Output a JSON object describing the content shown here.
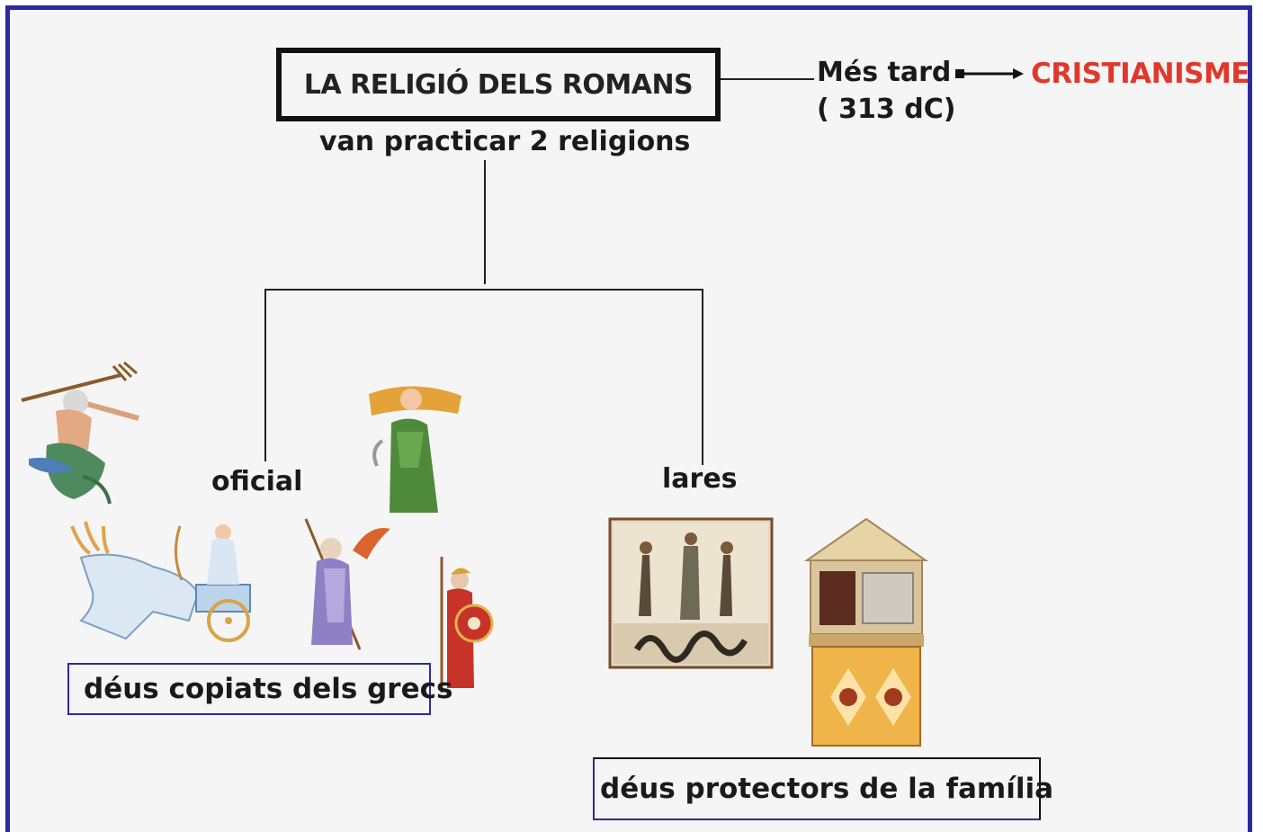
{
  "diagram": {
    "title": "LA RELIGIÓ DELS ROMANS",
    "subtitle": "van practicar 2 religions",
    "later_label": "Més tard",
    "later_date": "( 313 dC)",
    "later_result": "CRISTIANISME",
    "branches": [
      {
        "label": "oficial",
        "caption": "déus copiats dels grecs"
      },
      {
        "label": "lares",
        "caption": "déus protectors de la família"
      }
    ]
  },
  "colors": {
    "frame": "#2b2b9e",
    "accent_red": "#e0382c",
    "line": "#222222"
  },
  "icons": {
    "arrow": "arrow-right-icon",
    "neptune": "neptune-illustration",
    "ceres": "ceres-illustration",
    "diana": "diana-chariot-illustration",
    "jupiter": "jupiter-eagle-illustration",
    "minerva": "minerva-illustration",
    "lares_fresco": "lares-fresco-illustration",
    "lararium": "lararium-shrine-illustration"
  }
}
